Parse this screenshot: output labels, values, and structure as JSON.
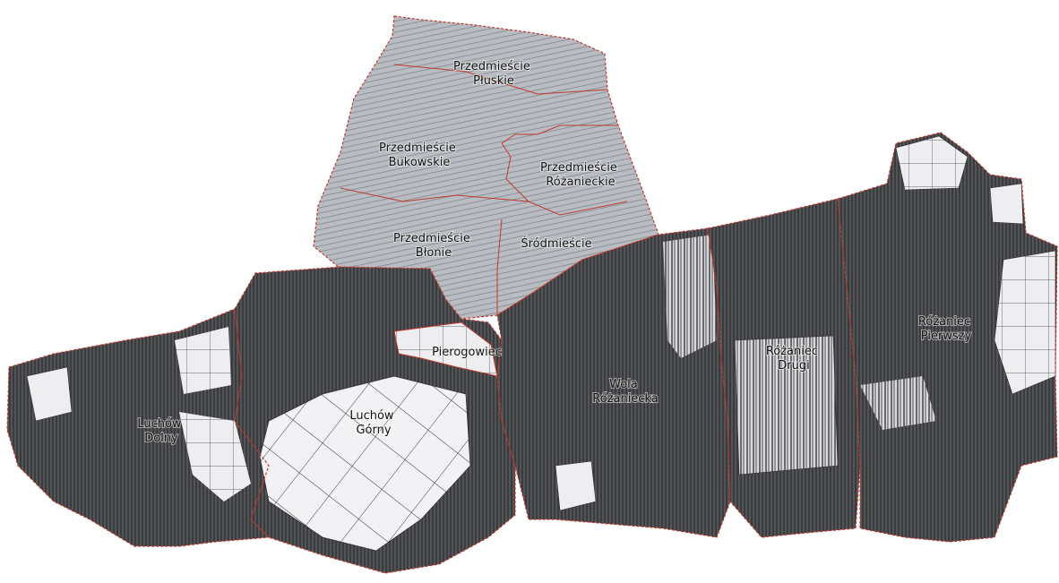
{
  "map": {
    "colors": {
      "town_fill": "#b9bdc3",
      "dark_parcels": "#3a3b3e",
      "light_parcels": "#eeeef0",
      "boundary": "#c0392b",
      "parcel_line": "#2d2d2f"
    },
    "labels": {
      "przedmiescie_pluskie": [
        "Przedmieście",
        "Płuskie"
      ],
      "przedmiescie_bukowskie": [
        "Przedmieście",
        "Bukowskie"
      ],
      "przedmiescie_rozanieckie": [
        "Przedmieście",
        "Różanieckie"
      ],
      "przedmiescie_blonie": [
        "Przedmieście",
        "Błonie"
      ],
      "srodmiescie": [
        "Śródmieście"
      ],
      "pierogowiec": [
        "Pierogowiec"
      ],
      "wola_rozaniecka": [
        "Wola",
        "Różaniecka"
      ],
      "rozaniec_drugi": [
        "Różaniec",
        "Drugi"
      ],
      "rozaniec_pierwszy": [
        "Różaniec",
        "Pierwszy"
      ],
      "luchow_dolny": [
        "Luchów",
        "Dolny"
      ],
      "luchow_gorny": [
        "Luchów",
        "Górny"
      ]
    }
  }
}
